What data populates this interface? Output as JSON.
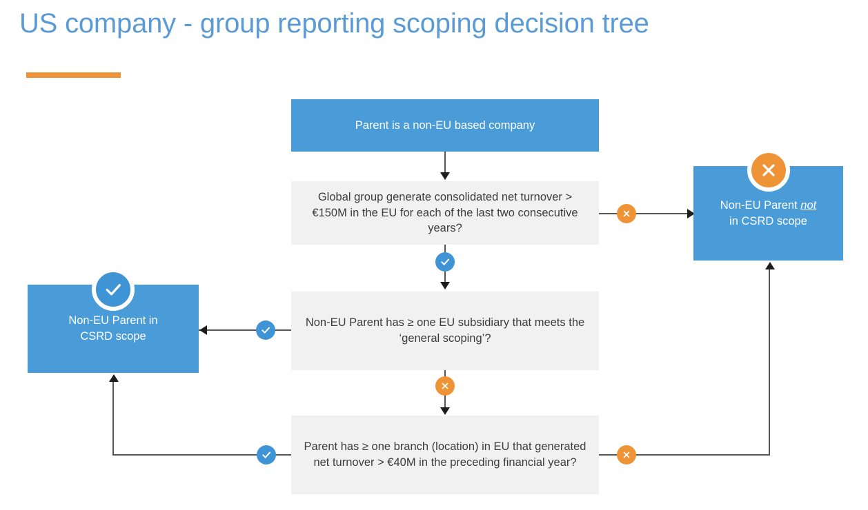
{
  "header": {
    "title": "US company - group reporting scoping decision tree",
    "accent_rule_color": "#ed9439",
    "title_color": "#5b9bd5"
  },
  "colors": {
    "blue_node": "#4a9cd8",
    "gray_node": "#f1f1f1",
    "yes_badge": "#3f94d6",
    "no_badge": "#ee9436",
    "connector": "#565656",
    "node_text_light": "#ffffff",
    "node_text_dark": "#3c3c3c"
  },
  "nodes": {
    "start": {
      "id": "parent-non-eu",
      "type": "start",
      "label": "Parent is a non-EU based company"
    },
    "q1": {
      "id": "question-consolidated-turnover",
      "type": "decision",
      "label": "Global group generate consolidated net turnover > €150M in the EU for each of the last two consecutive years?"
    },
    "q2": {
      "id": "question-eu-subsidiary",
      "type": "decision",
      "label": "Non-EU Parent has ≥ one EU subsidiary that meets the ‘general scoping’?"
    },
    "q3": {
      "id": "question-eu-branch",
      "type": "decision",
      "label": "Parent has ≥ one branch (location) in EU that generated net turnover > €40M in the preceding financial year?"
    },
    "outcome_in_scope": {
      "id": "outcome-in-csrd-scope",
      "type": "outcome",
      "status": "yes",
      "line1": "Non-EU Parent in",
      "line2": "CSRD scope"
    },
    "outcome_not_in_scope": {
      "id": "outcome-not-in-csrd-scope",
      "type": "outcome",
      "status": "no",
      "line1_pre": "Non-EU Parent ",
      "line1_em": "not",
      "line2": "in CSRD scope"
    }
  },
  "edges": [
    {
      "id": "edge-start-to-q1",
      "from": "start",
      "to": "q1",
      "badge": null
    },
    {
      "id": "edge-q1-no",
      "from": "q1",
      "to": "outcome_not_in_scope",
      "badge": "no",
      "badge_icon": "x-icon"
    },
    {
      "id": "edge-q1-yes",
      "from": "q1",
      "to": "q2",
      "badge": "yes",
      "badge_icon": "check-icon"
    },
    {
      "id": "edge-q2-yes",
      "from": "q2",
      "to": "outcome_in_scope",
      "badge": "yes",
      "badge_icon": "check-icon"
    },
    {
      "id": "edge-q2-no",
      "from": "q2",
      "to": "q3",
      "badge": "no",
      "badge_icon": "x-icon"
    },
    {
      "id": "edge-q3-yes",
      "from": "q3",
      "to": "outcome_in_scope",
      "badge": "yes",
      "badge_icon": "check-icon"
    },
    {
      "id": "edge-q3-no",
      "from": "q3",
      "to": "outcome_not_in_scope",
      "badge": "no",
      "badge_icon": "x-icon"
    }
  ]
}
